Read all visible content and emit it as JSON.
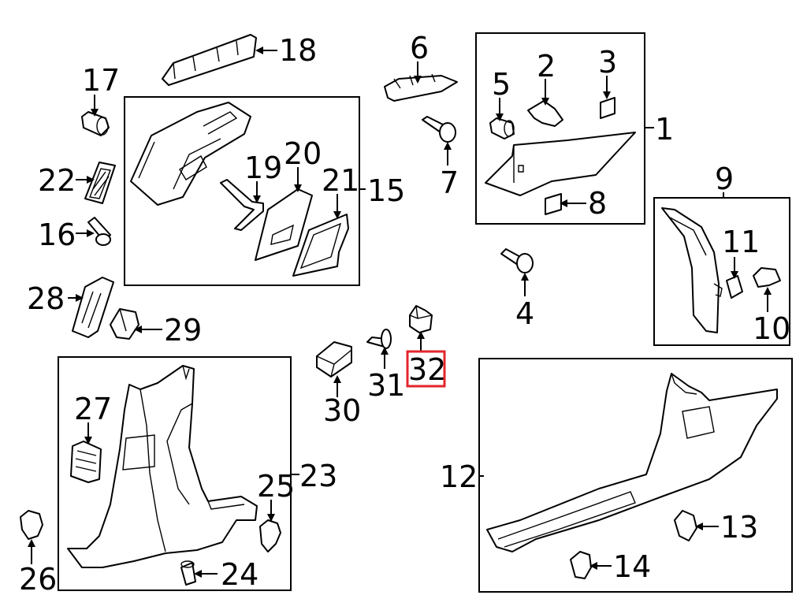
{
  "callouts": {
    "c1": "1",
    "c2": "2",
    "c3": "3",
    "c4": "4",
    "c5": "5",
    "c6": "6",
    "c7": "7",
    "c8": "8",
    "c9": "9",
    "c10": "10",
    "c11": "11",
    "c12": "12",
    "c13": "13",
    "c14": "14",
    "c15": "15",
    "c16": "16",
    "c17": "17",
    "c18": "18",
    "c19": "19",
    "c20": "20",
    "c21": "21",
    "c22": "22",
    "c23": "23",
    "c24": "24",
    "c25": "25",
    "c26": "26",
    "c27": "27",
    "c28": "28",
    "c29": "29",
    "c30": "30",
    "c31": "31",
    "c32": "32"
  },
  "highlighted_callout": "32",
  "highlight_color": "#e3252b"
}
